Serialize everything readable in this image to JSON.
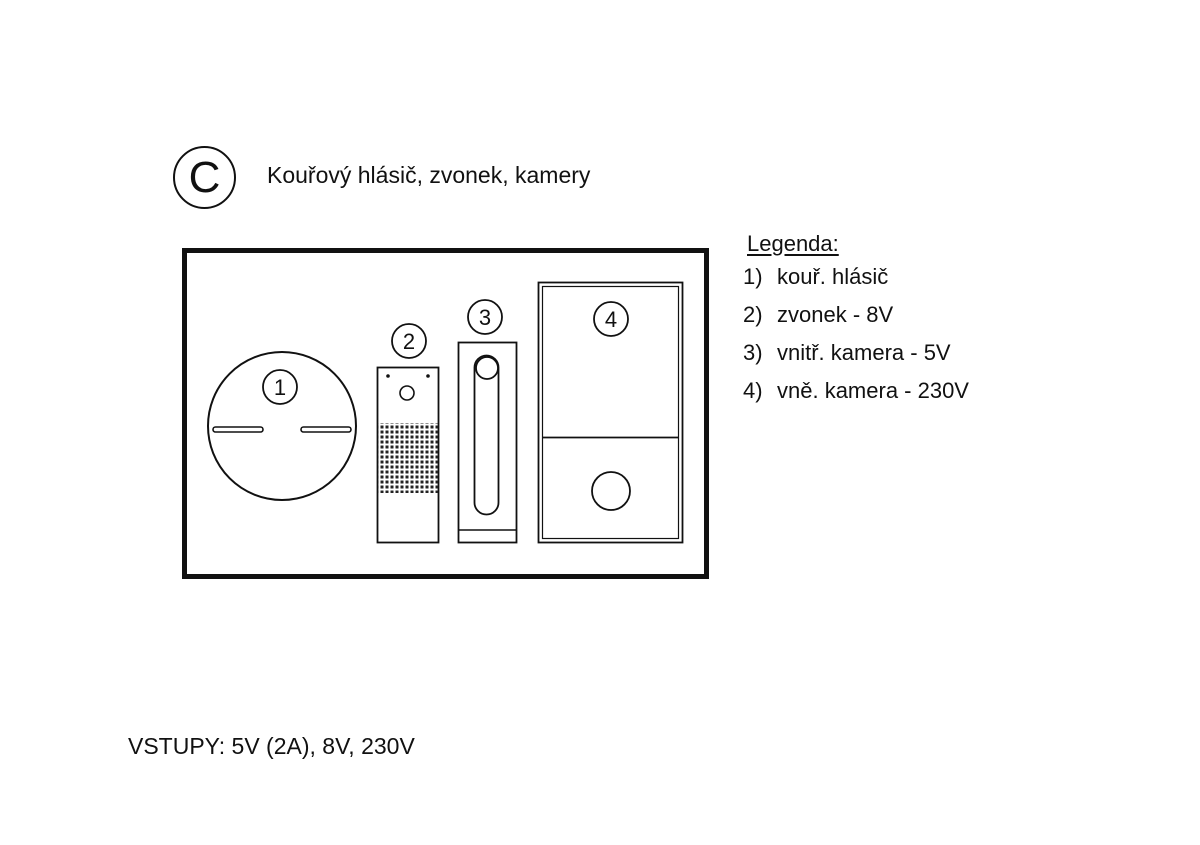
{
  "header": {
    "badge_letter": "C",
    "title": "Kouřový hlásič, zvonek, kamery"
  },
  "diagram": {
    "components": [
      {
        "number": "1",
        "kind": "smoke-detector"
      },
      {
        "number": "2",
        "kind": "doorbell"
      },
      {
        "number": "3",
        "kind": "indoor-camera"
      },
      {
        "number": "4",
        "kind": "outdoor-camera"
      }
    ]
  },
  "legend": {
    "heading": "Legenda:",
    "items": [
      {
        "number": "1)",
        "label": "kouř. hlásič"
      },
      {
        "number": "2)",
        "label": "zvonek - 8V"
      },
      {
        "number": "3)",
        "label": "vnitř. kamera - 5V"
      },
      {
        "number": "4)",
        "label": "vně. kamera - 230V"
      }
    ]
  },
  "footer": {
    "inputs": "VSTUPY: 5V (2A), 8V, 230V"
  },
  "colors": {
    "ink": "#111111",
    "background": "#ffffff"
  }
}
